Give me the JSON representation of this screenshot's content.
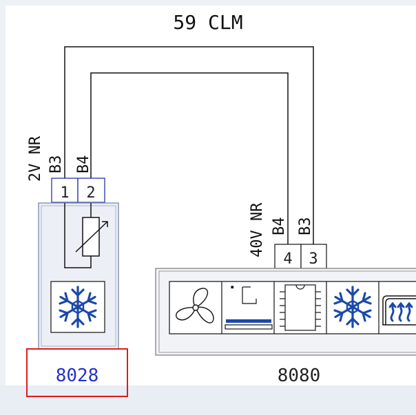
{
  "diagram": {
    "title": "59 CLM",
    "wire_labels": {
      "left_color": "2V NR",
      "left_pin1_code": "B3",
      "left_pin2_code": "B4",
      "right_color": "40V NR",
      "right_pin4_code": "B4",
      "right_pin3_code": "B3"
    },
    "connector_8028": {
      "pin_1": "1",
      "pin_2": "2"
    },
    "connector_8080": {
      "pin_4": "4",
      "pin_3": "3"
    },
    "components": {
      "sensor_id": "8028",
      "module_id": "8080"
    },
    "icons": {
      "thermistor": "thermistor-icon",
      "snowflake": "snowflake-icon",
      "fan": "fan-icon",
      "display": "display-panel-icon",
      "chip": "chip-icon",
      "rear_defrost": "rear-defrost-icon"
    },
    "colors": {
      "wire": "#111111",
      "connector_border": "#2233aa",
      "component_border": "#8899bb",
      "icon_blue": "#1a4aa8",
      "id_blue": "#2233cc",
      "highlight": "#d81e1e"
    }
  }
}
